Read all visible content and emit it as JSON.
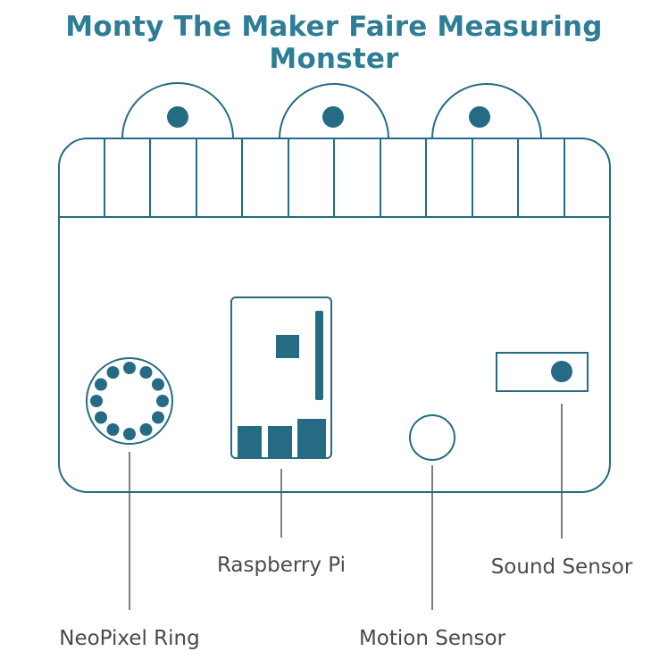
{
  "title": "Monty The Maker Faire Measuring Monster",
  "colors": {
    "outline": "#256b84",
    "fill": "#256b84",
    "title": "#2e7d96",
    "label": "#4a4a4a",
    "leader": "#555555"
  },
  "labels": {
    "neopixel": "NeoPixel Ring",
    "raspberry_pi": "Raspberry Pi",
    "motion": "Motion Sensor",
    "sound": "Sound Sensor"
  }
}
